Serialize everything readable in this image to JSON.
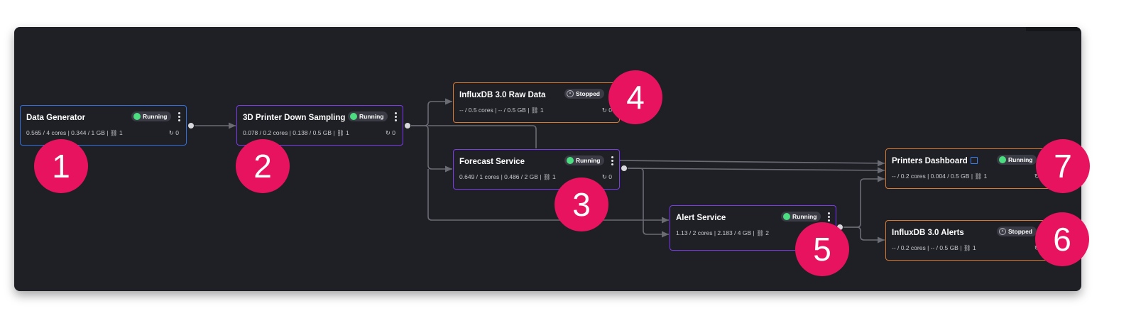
{
  "nodes": [
    {
      "title": "Data Generator",
      "status": "Running",
      "stats": "0.565 / 4 cores  |  0.344 / 1 GB  |  ⛓ 1",
      "restarts": "↻ 0"
    },
    {
      "title": "3D Printer Down Sampling",
      "status": "Running",
      "stats": "0.078 / 0.2 cores  |  0.138 / 0.5 GB  |  ⛓ 1",
      "restarts": "↻ 0"
    },
    {
      "title": "InfluxDB 3.0 Raw Data",
      "status": "Stopped",
      "stats": "-- / 0.5 cores  |  -- / 0.5 GB  |  ⛓ 1",
      "restarts": "↻ 0"
    },
    {
      "title": "Forecast Service",
      "status": "Running",
      "stats": "0.649 / 1 cores  |  0.486 / 2 GB  |  ⛓ 1",
      "restarts": "↻ 0"
    },
    {
      "title": "Alert Service",
      "status": "Running",
      "stats": "1.13 / 2 cores  |  2.183 / 4 GB  |  ⛓ 2",
      "restarts": ""
    },
    {
      "title": "Printers Dashboard",
      "status": "Running",
      "stats": "-- / 0.2 cores  |  0.004 / 0.5 GB  |  ⛓ 1",
      "restarts": "↻ 0"
    },
    {
      "title": "InfluxDB 3.0 Alerts",
      "status": "Stopped",
      "stats": "-- / 0.2 cores  |  -- / 0.5 GB  |  ⛓ 1",
      "restarts": "↻ 0"
    }
  ],
  "markers": [
    "1",
    "2",
    "3",
    "4",
    "5",
    "6",
    "7"
  ],
  "colors": {
    "canvas": "#1f2026",
    "edge": "#6b6b74",
    "border_source": "#2f6fe0",
    "border_service": "#7c3aed",
    "border_destination": "#d9772b",
    "running": "#4ade80",
    "marker": "#e8135f"
  }
}
